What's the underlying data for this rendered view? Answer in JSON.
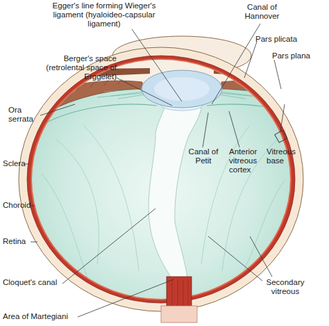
{
  "diagram": {
    "labels": [
      "Egger's line forming Wieger's ligament (hyaloideo-capsular ligament)",
      "Canal of Hannover",
      "Pars plicata",
      "Pars plana",
      "Berger's space (retrolental space of Erggelet)",
      "Ora serrata",
      "Sclera",
      "Choroid",
      "Retina",
      "Cloquet's canal",
      "Area of Martegiani",
      "Canal of Petit",
      "Anterior vitreous cortex",
      "Vitreous base",
      "Secondary vitreous"
    ]
  }
}
